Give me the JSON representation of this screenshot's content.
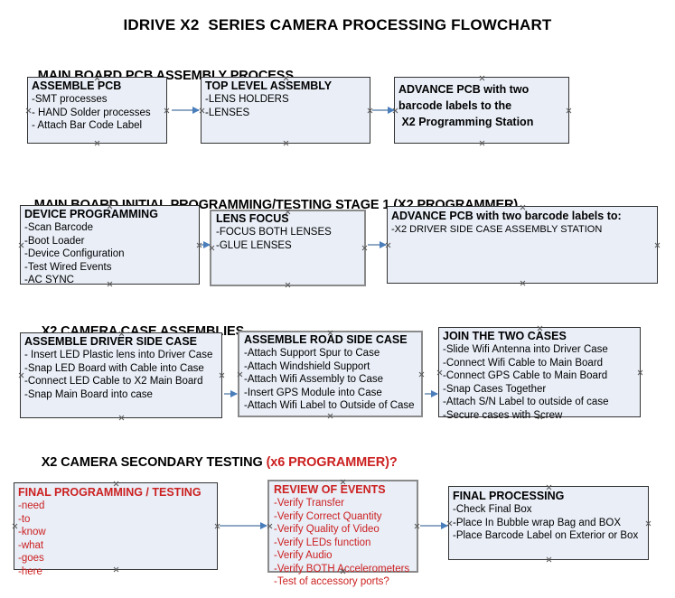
{
  "document": {
    "title": "IDRIVE X2  SERIES CAMERA PROCESSING FLOWCHART",
    "accent_red": "#cc2020",
    "box_fill": "#e9eef7",
    "box_border": "#333333",
    "connector_color": "#8fa8c4",
    "arrowhead_color": "#4a7ebb"
  },
  "sections": [
    {
      "id": "main-board-pcb-assembly",
      "heading": "MAIN BOARD PCB ASSEMBLY PROCESS",
      "heading_red": "",
      "boxes": [
        {
          "id": "assemble-pcb",
          "title": "ASSEMBLE PCB",
          "lines": [
            " -SMT processes",
            "- HAND Solder processes",
            "- Attach Bar Code Label"
          ]
        },
        {
          "id": "top-level-assembly",
          "title": "TOP LEVEL ASSEMBLY",
          "lines": [
            "-LENS HOLDERS",
            "-LENSES"
          ]
        },
        {
          "id": "advance-pcb-to-x2-programming-station",
          "title": "ADVANCE PCB with two\nbarcode labels to the\n X2 Programming Station",
          "lines": []
        }
      ]
    },
    {
      "id": "main-board-initial-programming",
      "heading": "MAIN BOARD INITIAL PROGRAMMING/TESTING STAGE 1 (X2 PROGRAMMER)",
      "heading_red": "",
      "boxes": [
        {
          "id": "device-programming",
          "title": "DEVICE PROGRAMMING",
          "lines": [
            "-Scan Barcode",
            "-Boot Loader",
            "-Device Configuration",
            "-Test Wired Events",
            "-AC SYNC"
          ]
        },
        {
          "id": "lens-focus",
          "title": "LENS FOCUS",
          "lines": [
            "-FOCUS BOTH LENSES",
            "-GLUE LENSES"
          ]
        },
        {
          "id": "advance-pcb-to-driver-side-case-station",
          "title": "ADVANCE PCB with two barcode labels to:",
          "lines": [
            "-X2 DRIVER  SIDE  CASE  ASSEMBLY STATION"
          ]
        }
      ]
    },
    {
      "id": "x2-camera-case-assemblies",
      "heading": "X2 CAMERA CASE ASSEMBLIES",
      "heading_red": "",
      "boxes": [
        {
          "id": "assemble-driver-side-case",
          "title": "ASSEMBLE DRIVER SIDE CASE",
          "lines": [
            "- Insert LED Plastic lens into Driver Case",
            "-Snap LED Board with Cable into Case",
            "-Connect LED Cable to X2 Main Board",
            "-Snap Main Board into case"
          ]
        },
        {
          "id": "assemble-road-side-case",
          "title": "ASSEMBLE ROAD SIDE CASE",
          "lines": [
            "-Attach Support Spur to Case",
            "-Attach Windshield Support",
            "-Attach Wifi Assembly to Case",
            "-Insert GPS Module into Case",
            "-Attach Wifi Label to Outside of Case"
          ]
        },
        {
          "id": "join-the-two-cases",
          "title": "JOIN THE TWO CASES",
          "lines": [
            "-Slide Wifi Antenna into Driver Case",
            "-Connect Wifi Cable to Main Board",
            "-Connect GPS Cable to Main Board",
            "-Snap Cases Together",
            "-Attach S/N Label to outside of case",
            "-Secure cases with Screw"
          ]
        }
      ]
    },
    {
      "id": "x2-camera-secondary-testing",
      "heading": "X2 CAMERA SECONDARY TESTING ",
      "heading_red": "(x6 PROGRAMMER)?",
      "boxes": [
        {
          "id": "final-programming-testing",
          "title": "FINAL PROGRAMMING / TESTING",
          "lines": [
            "-need",
            "-to",
            "-know",
            "-what",
            "-goes",
            "-here"
          ]
        },
        {
          "id": "review-of-events",
          "title": "REVIEW OF EVENTS",
          "lines": [
            "-Verify Transfer",
            "-Verify Correct Quantity",
            "-Verify Quality of Video",
            "-Verify LEDs function",
            "-Verify Audio",
            "-Verify BOTH Accelerometers",
            "-Test of accessory ports?"
          ]
        },
        {
          "id": "final-processing",
          "title": "FINAL PROCESSING",
          "lines": [
            " -Check Final Box",
            "-Place In Bubble wrap Bag and BOX",
            "-Place Barcode Label on Exterior or Box"
          ]
        }
      ]
    }
  ]
}
